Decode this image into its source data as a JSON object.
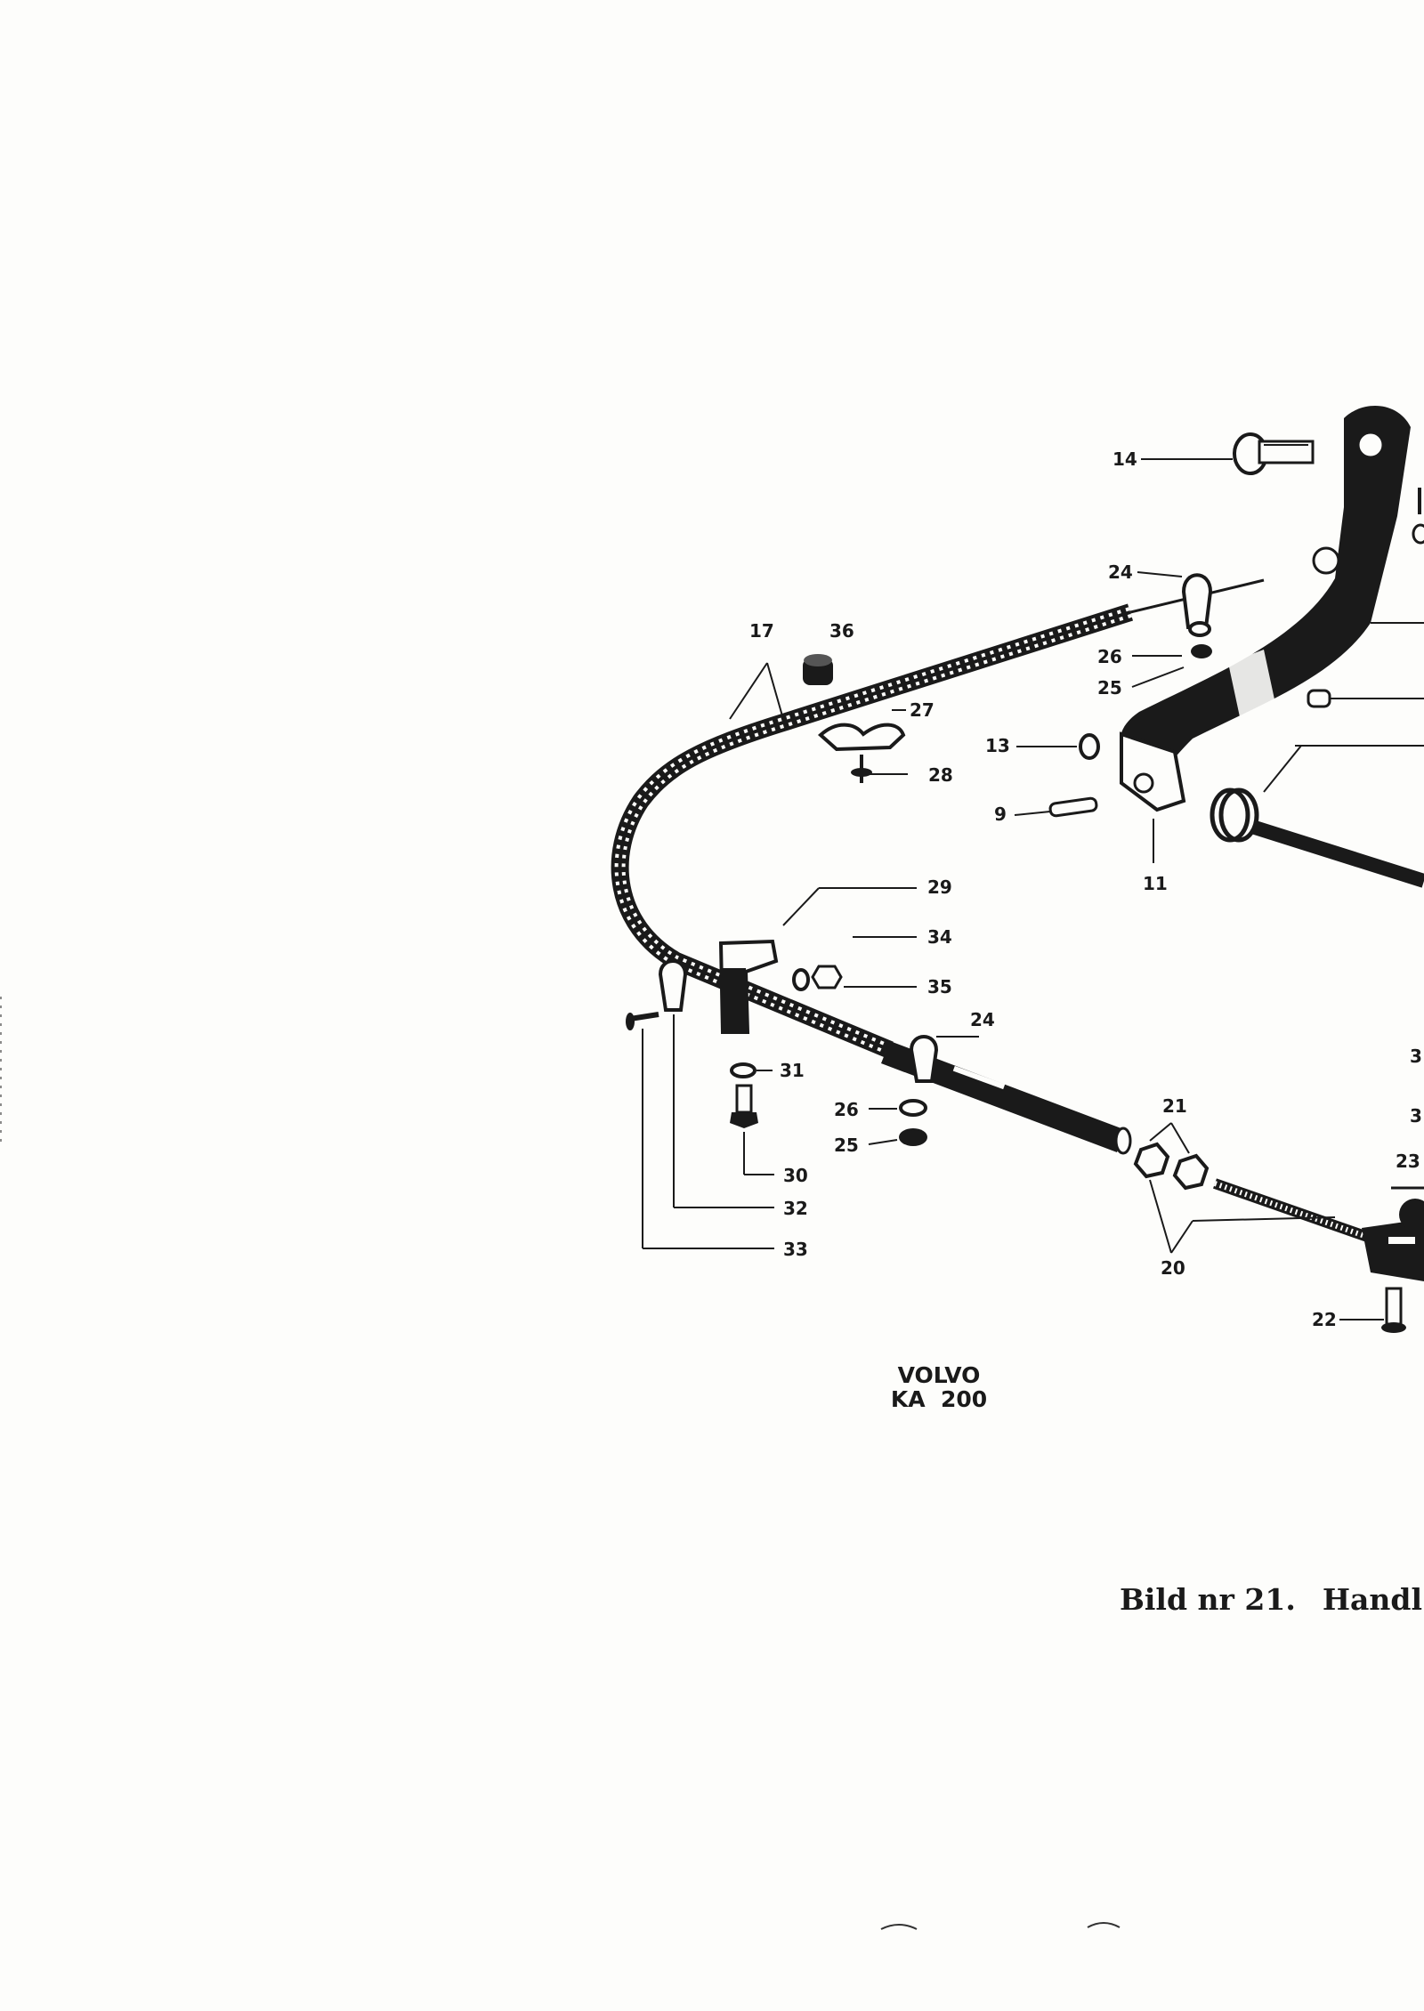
{
  "diagram": {
    "callouts": [
      "14",
      "24",
      "26",
      "25",
      "13",
      "9",
      "11",
      "17",
      "36",
      "27",
      "28",
      "29",
      "34",
      "35",
      "24",
      "26",
      "25",
      "31",
      "30",
      "32",
      "33",
      "21",
      "20",
      "22",
      "23",
      "3",
      "3"
    ],
    "model_label_line1": "VOLVO",
    "model_label_line2": "KA  200",
    "caption_number": "Bild nr 21.",
    "caption_title": "Handl",
    "colors": {
      "ink": "#1a1a1a",
      "paper": "#fdfdfb"
    }
  }
}
